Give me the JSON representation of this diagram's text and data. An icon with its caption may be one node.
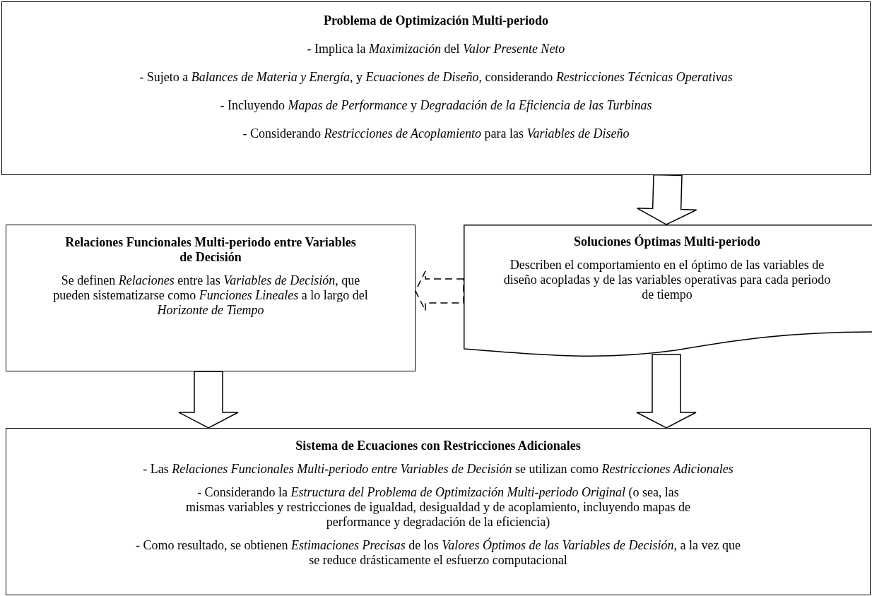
{
  "diagram": {
    "nodes": [
      {
        "text": [
          "Problema de Optimización Multi-periodo",
          "- Implica la *Maximización* del *Valor Presente Neto*",
          "- Sujeto a *Balances de Materia y Energía*, y *Ecuaciones de Diseño*, considerando *Restricciones Técnicas Operativas*",
          "- Incluyendo *Mapas de Performance* y *Degradación de la Eficiencia de las Turbinas*",
          "- Considerando *Restricciones de Acoplamiento* para las *Variables de Diseño*"
        ]
      },
      {
        "text": [
          "Relaciones Funcionales Multi-periodo entre Variables de Decisión",
          "Se definen *Relaciones* entre las *Variables de Decisión*, que pueden sistematizarse como *Funciones Lineales* a lo largo del *Horizonte de Tiempo*"
        ]
      },
      {
        "text": [
          "Soluciones Óptimas Multi-periodo",
          "Describen el comportamiento en el óptimo de las variables de diseño acopladas y de las variables operativas para cada periodo de tiempo"
        ]
      },
      {
        "text": [
          "Sistema de Ecuaciones con Restricciones Adicionales",
          "- Las *Relaciones Funcionales Multi-periodo entre Variables de Decisión* se utilizan como *Restricciones Adicionales*",
          "- Considerando la *Estructura del Problema de Optimización Multi-periodo Original* (o sea, las mismas variables y restricciones de igualdad, desigualdad y de acoplamiento, incluyendo mapas de performance y degradación de la eficiencia)",
          "- Como resultado, se obtienen *Estimaciones Precisas* de los *Valores Óptimos de las Variables de Decisión*, a la vez que se reduce drásticamente el esfuerzo computacional"
        ]
      }
    ],
    "edges": [
      {
        "from": 0,
        "to": 2,
        "arrow": "to"
      },
      {
        "from": 2,
        "to": 1,
        "arrow": "to",
        "style": "dashed"
      },
      {
        "from": 1,
        "to": 3,
        "arrow": "to"
      },
      {
        "from": 2,
        "to": 3,
        "arrow": "to"
      }
    ]
  }
}
